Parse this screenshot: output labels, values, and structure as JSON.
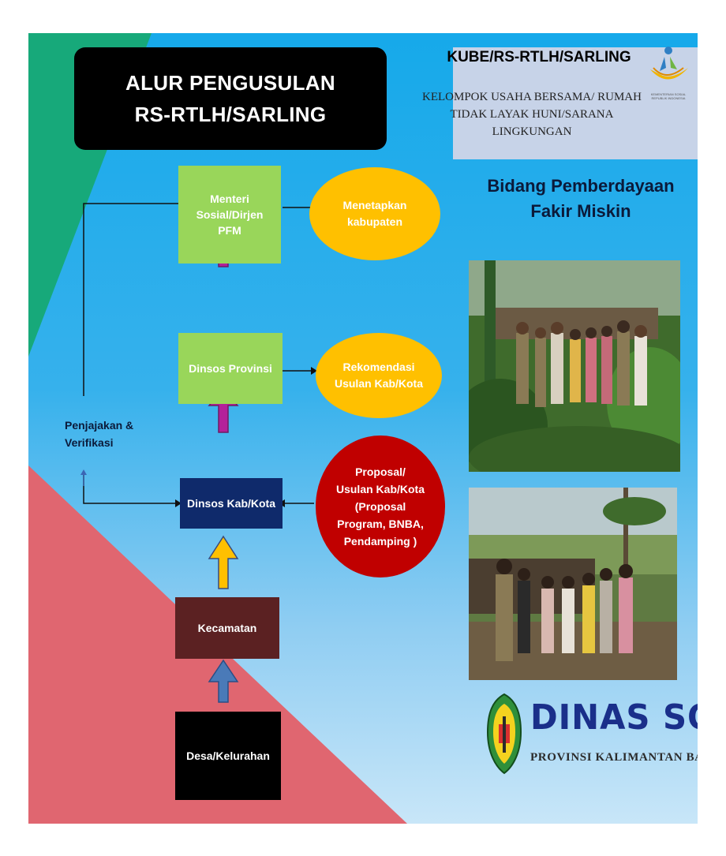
{
  "title": {
    "line1": "ALUR PENGUSULAN",
    "line2": "RS-RTLH/SARLING"
  },
  "kube": {
    "heading": "KUBE/RS-RTLH/SARLING",
    "subtitle_lines": [
      "KELOMPOK USAHA BERSAMA/ RUMAH",
      "TIDAK LAYAK HUNI/SARANA",
      "LINGKUNGAN"
    ],
    "logo_text_lines": [
      "KEMENTERIAN SOSIAL",
      "REPUBLIK INDONESIA"
    ]
  },
  "bidang": {
    "line1": "Bidang Pemberdayaan",
    "line2": "Fakir Miskin"
  },
  "flow": {
    "menteri": [
      "Menteri",
      "Sosial/Dirjen",
      "PFM"
    ],
    "dinsos_provinsi": "Dinsos Provinsi",
    "dinsos_kab": "Dinsos Kab/Kota",
    "kecamatan": "Kecamatan",
    "desa": "Desa/Kelurahan"
  },
  "outcomes": {
    "menetapkan": [
      "Menetapkan",
      "kabupaten"
    ],
    "rekomendasi": [
      "Rekomendasi",
      "Usulan Kab/Kota"
    ],
    "proposal": [
      "Proposal/",
      "Usulan Kab/Kota",
      "(Proposal",
      "Program, BNBA,",
      "Pendamping )"
    ]
  },
  "penjajakan": [
    "Penjajakan &",
    "Verifikasi"
  ],
  "dinas": {
    "main": "DINAS SOSIAL",
    "sub": "PROVINSI KALIMANTAN BARAT"
  },
  "colors": {
    "sky": "#16a9ea",
    "green_shape": "#17a97a",
    "red_shape": "#e06670",
    "flow_green": "#99d65a",
    "navy": "#0f2a6b",
    "maroon": "#5b2122",
    "yellow": "#ffc000",
    "red": "#c00000",
    "magenta_arrow": "#b4219a",
    "blue_arrow": "#4a7ab8"
  },
  "icons": [
    "up-arrow-icon",
    "right-arrow-icon",
    "left-arrow-icon",
    "kemensos-logo-icon",
    "kalbar-emblem-icon"
  ]
}
